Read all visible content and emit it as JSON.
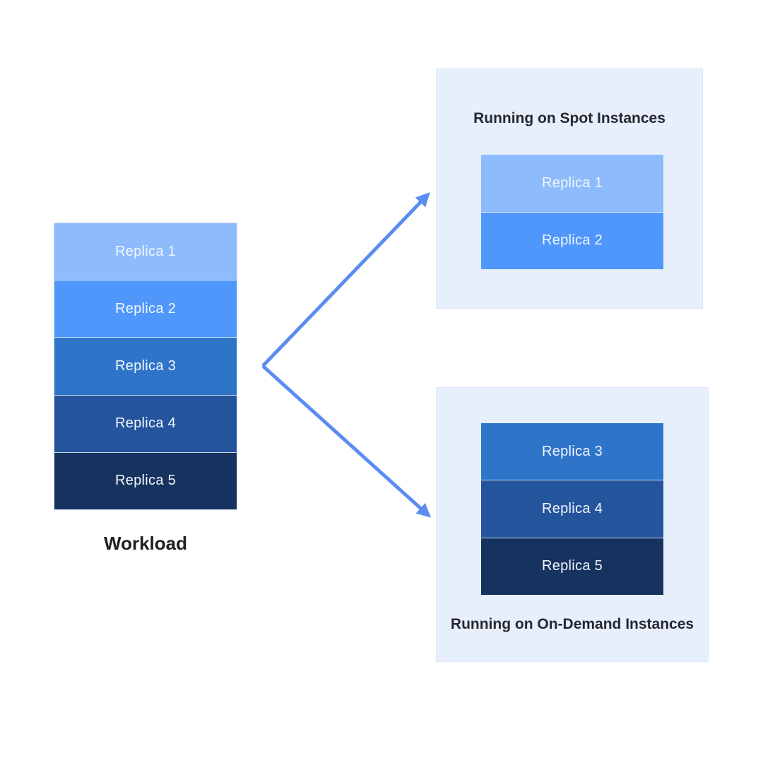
{
  "workload": {
    "label": "Workload",
    "replicas": [
      {
        "label": "Replica 1",
        "color": "#8dbbfb"
      },
      {
        "label": "Replica 2",
        "color": "#4f97fa"
      },
      {
        "label": "Replica 3",
        "color": "#2e74c9"
      },
      {
        "label": "Replica 4",
        "color": "#24549c"
      },
      {
        "label": "Replica 5",
        "color": "#16335f"
      }
    ]
  },
  "spot_panel": {
    "title": "Running on Spot Instances",
    "replicas": [
      {
        "label": "Replica 1",
        "color": "#8dbbfb"
      },
      {
        "label": "Replica 2",
        "color": "#4f97fa"
      }
    ]
  },
  "ondemand_panel": {
    "title": "Running on On-Demand Instances",
    "replicas": [
      {
        "label": "Replica 3",
        "color": "#2e74c9"
      },
      {
        "label": "Replica 4",
        "color": "#24549c"
      },
      {
        "label": "Replica 5",
        "color": "#16335f"
      }
    ]
  },
  "colors": {
    "panel_background": "#e7eefc",
    "arrow": "#5b8df0",
    "title_text": "#26282e",
    "block_text": "#f2f6fd"
  }
}
